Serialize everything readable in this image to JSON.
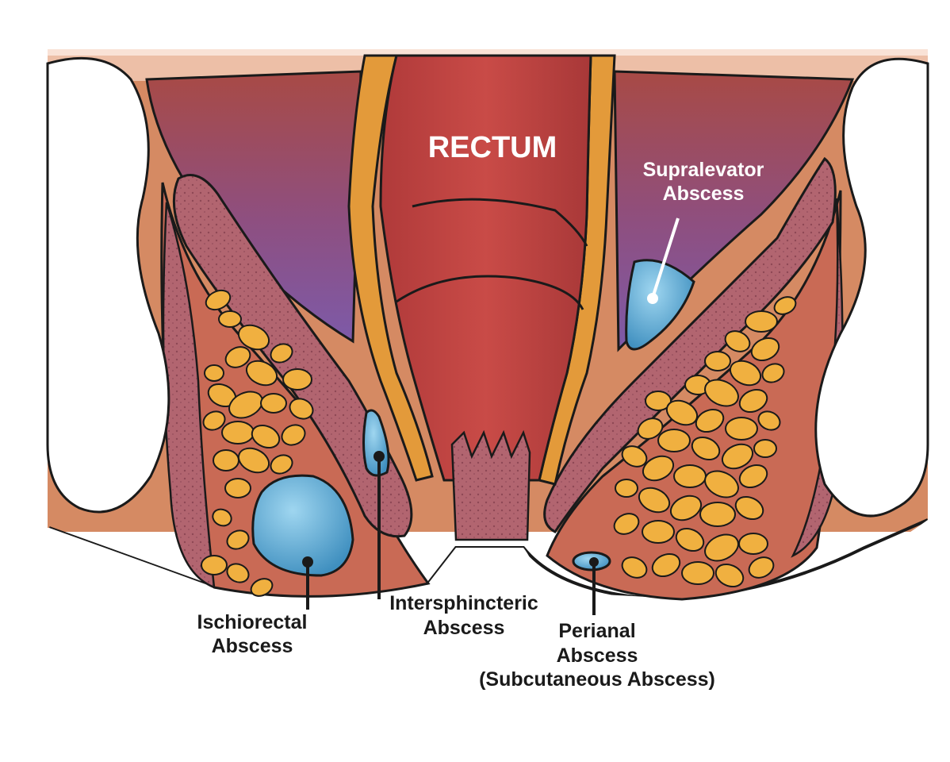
{
  "labels": {
    "rectum": "RECTUM",
    "supralevator_line1": "Supralevator",
    "supralevator_line2": "Abscess",
    "ischiorectal_line1": "Ischiorectal",
    "ischiorectal_line2": "Abscess",
    "intersphincteric_line1": "Intersphincteric",
    "intersphincteric_line2": "Abscess",
    "perianal_line1": "Perianal",
    "perianal_line2": "Abscess",
    "perianal_line3": "(Subcutaneous Abscess)"
  },
  "colors": {
    "rectum": "#b84040",
    "tissue": "#d08060",
    "muscle": "#a85060",
    "fat": "#f0b040",
    "abscess": "#5aa8d0",
    "bone": "#ffffff",
    "pelvic_space": "#8a5aa0",
    "outline": "#1a1a1a"
  }
}
